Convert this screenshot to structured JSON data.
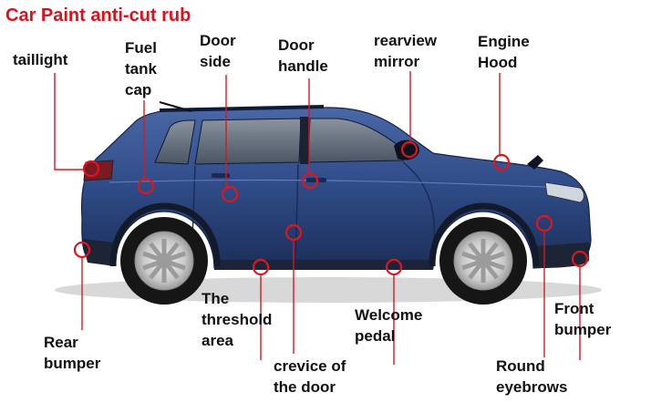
{
  "title": "Car Paint anti-cut rub",
  "colors": {
    "title": "#e0101a",
    "leader": "#d31b22",
    "body": "#2f4b87",
    "body_dark": "#1b2e58",
    "glass": "#5b6674"
  },
  "labels": {
    "taillight": "taillight",
    "fuel_tank_cap": "Fuel\ntank\ncap",
    "door_side": "Door\nside",
    "door_handle": "Door\nhandle",
    "rearview_mirror": "rearview\nmirror",
    "engine_hood": "Engine\nHood",
    "threshold_area": "The\nthreshold\narea",
    "welcome_pedal": "Welcome\npedal",
    "crevice_of_door": "crevice of\nthe door",
    "rear_bumper": "Rear\nbumper",
    "front_bumper": "Front\nbumper",
    "round_eyebrows": "Round\neyebrows"
  }
}
